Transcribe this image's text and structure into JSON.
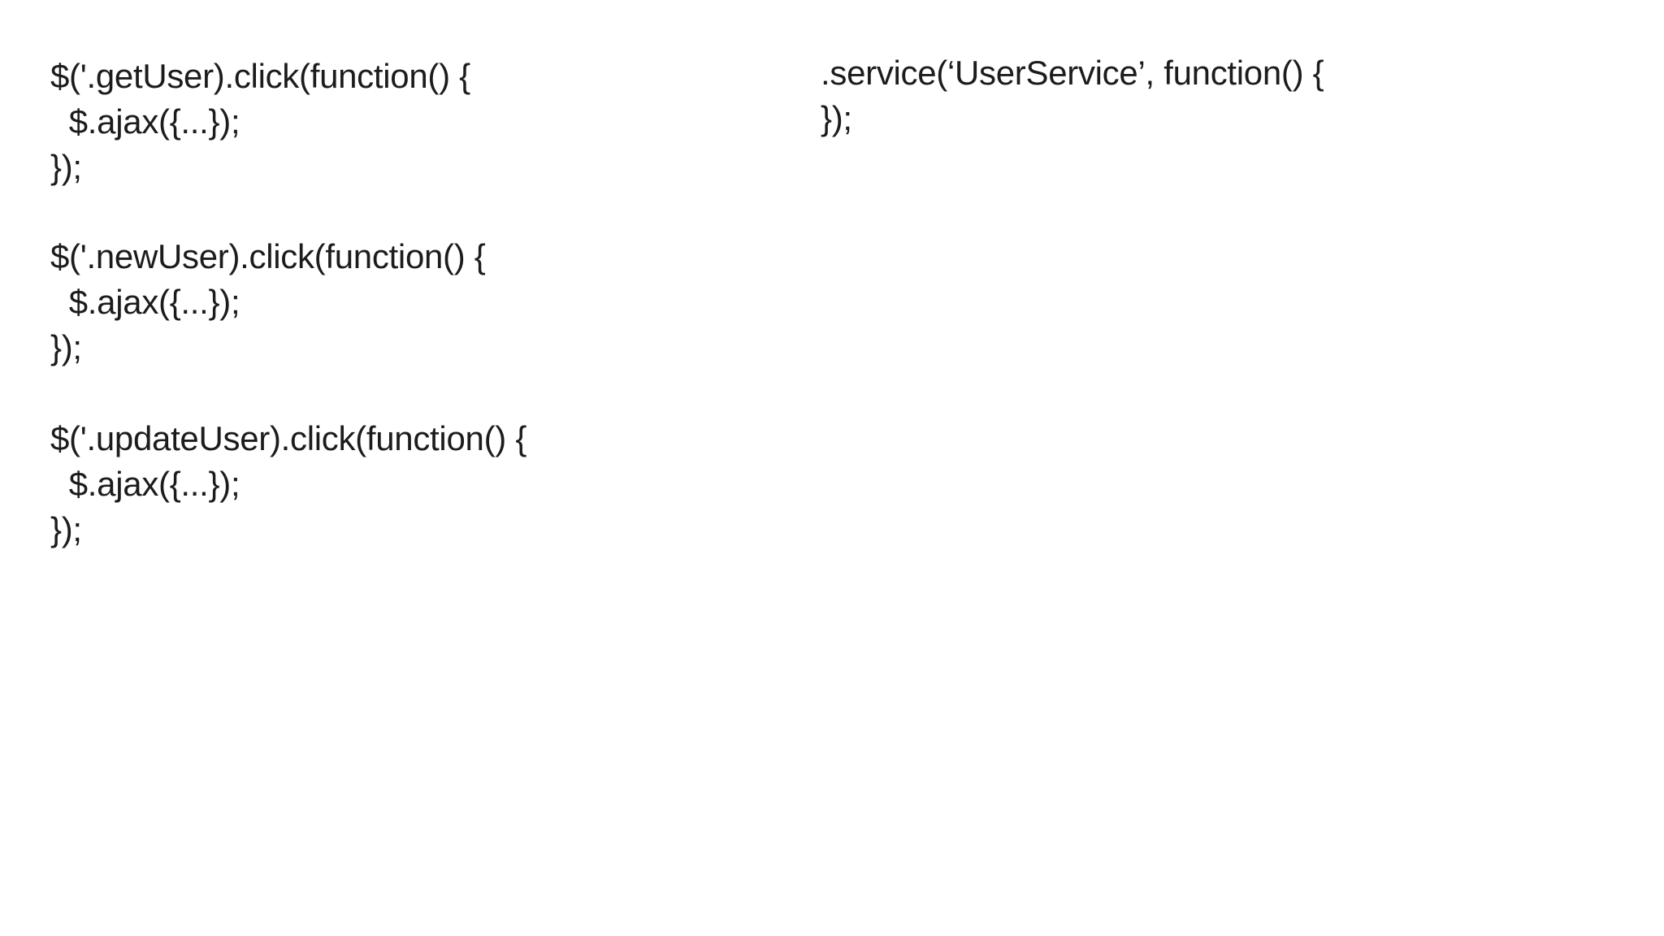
{
  "page": {
    "background": "#ffffff",
    "text_color": "#1c1c1c"
  },
  "code": {
    "left_blocks": [
      {
        "lines": [
          "$('.getUser).click(function() {",
          "  $.ajax({...});",
          "});"
        ]
      },
      {
        "lines": [
          "$('.newUser).click(function() {",
          "  $.ajax({...});",
          "});"
        ]
      },
      {
        "lines": [
          "$('.updateUser).click(function() {",
          "  $.ajax({...});",
          "});"
        ]
      }
    ],
    "right_blocks": [
      {
        "lines": [
          ".service(‘UserService’, function() {",
          "});"
        ]
      }
    ]
  }
}
